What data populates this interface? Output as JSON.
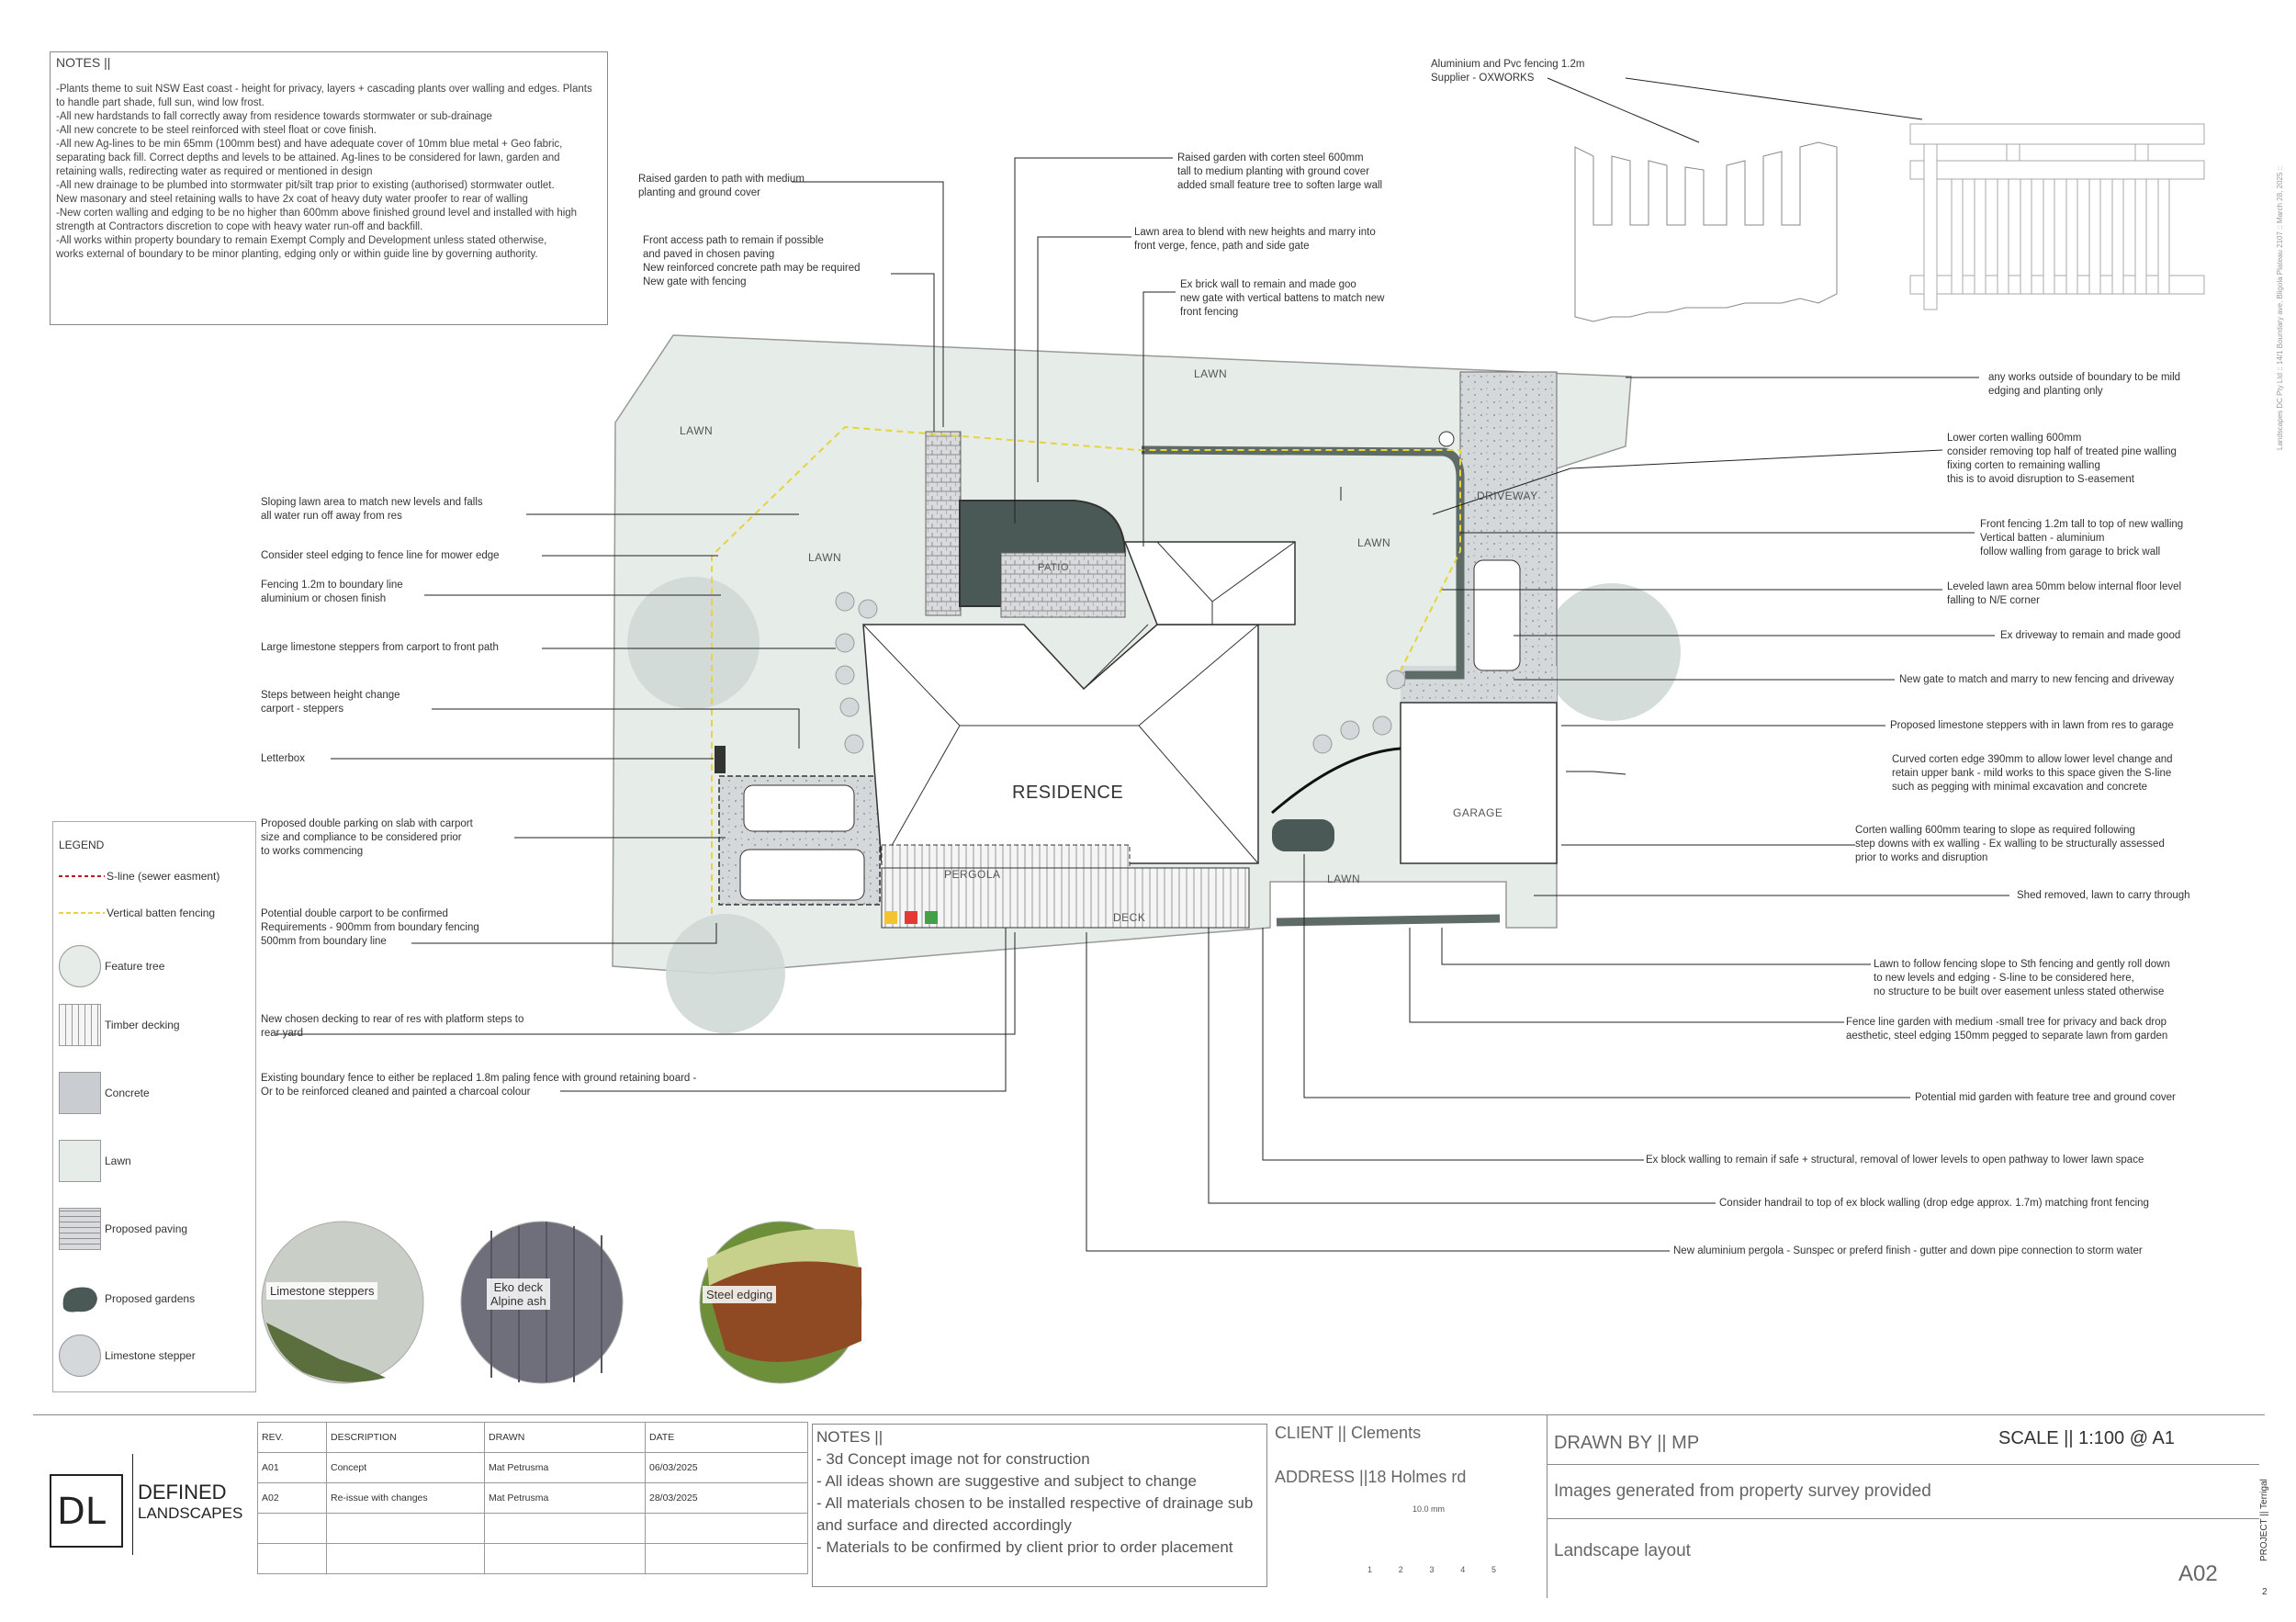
{
  "notes": {
    "title": "NOTES ||",
    "lines": [
      "-Plants theme to suit NSW East coast - height for privacy, layers + cascading plants over walling and edges. Plants to handle part shade, full sun, wind low frost.",
      " -All new hardstands to fall correctly away from residence towards stormwater or sub-drainage",
      " -All new concrete to be steel reinforced with steel float or cove finish.",
      " -All new Ag-lines to be min 65mm (100mm best) and have adequate cover of 10mm blue metal + Geo fabric, separating back fill. Correct depths and levels to be attained. Ag-lines to be considered for lawn, garden and retaining walls, redirecting water as required or mentioned in design",
      " -All new drainage to be plumbed into stormwater pit/silt trap prior to existing (authorised) stormwater outlet.",
      "New masonary and steel retaining walls to have 2x coat of heavy duty water proofer to rear of walling",
      " -New corten walling and edging to be no higher than 600mm above finished ground level and installed with high strength at Contractors discretion to cope with heavy water run-off and backfill.",
      " -All works within property boundary to remain Exempt Comply and Development unless stated otherwise,",
      "works external of boundary to be minor planting, edging only or within guide line by governing authority."
    ]
  },
  "legend": {
    "title": "LEGEND",
    "items": [
      {
        "label": "S-line (sewer easment)"
      },
      {
        "label": "Vertical batten fencing"
      },
      {
        "label": "Feature tree"
      },
      {
        "label": "Timber decking"
      },
      {
        "label": "Concrete"
      },
      {
        "label": "Lawn"
      },
      {
        "label": "Proposed paving"
      },
      {
        "label": "Proposed gardens"
      },
      {
        "label": "Limestone stepper"
      }
    ]
  },
  "fence_sample": {
    "title": "Aluminium and Pvc fencing 1.2m",
    "supplier": "Supplier - OXWORKS"
  },
  "side_vertical_text": "Landscapes DC Pty Ltd  ::  14/1 Boundary ave, Bligola Plateau 2107  ::  March 28, 2025  ::",
  "plan_labels": {
    "lawn": "LAWN",
    "patio": "PATIO",
    "driveway": "DRIVEWAY",
    "residence": "RESIDENCE",
    "garage": "GARAGE",
    "pergola": "PERGOLA",
    "deck": "DECK"
  },
  "left_callouts": [
    "Sloping lawn area to match new levels and falls\nall water run off away from res",
    "Consider steel edging to fence line for mower edge",
    "Fencing 1.2m to boundary line\naluminium or chosen finish",
    "Large limestone steppers from carport to front path",
    "Steps between height change\ncarport - steppers",
    "Letterbox",
    "Proposed double parking on slab with carport\nsize and compliance to be considered prior\nto works commencing",
    "Potential double carport to be confirmed\nRequirements - 900mm from boundary fencing\n500mm from boundary line",
    "New chosen decking to rear of res with platform steps to\nrear yard",
    "Existing boundary fence to either be replaced 1.8m paling fence with ground retaining board -\nOr to be reinforced cleaned and painted a charcoal colour"
  ],
  "top_callouts": [
    "Raised garden to path with medium\nplanting and ground cover",
    "Front access path to remain if possible\nand paved in chosen paving\nNew reinforced concrete path may be required\nNew gate with fencing",
    "Raised garden with corten steel 600mm\ntall to medium planting with ground cover\nadded small feature tree to soften large wall",
    "Lawn area to blend with new heights and marry into\nfront verge, fence, path and side gate",
    "Ex brick wall to remain and made goo\nnew gate with vertical battens to match new\nfront fencing"
  ],
  "right_callouts": [
    "any works outside of boundary to be mild\nedging and planting only",
    "Lower corten walling 600mm\nconsider removing top half of treated pine walling\nfixing corten to remaining walling\nthis is to avoid disruption to S-easement",
    "Front fencing 1.2m tall to top of new walling\nVertical batten -  aluminium\nfollow walling from garage to brick wall",
    "Leveled lawn area 50mm below internal floor level\nfalling to N/E corner",
    "Ex driveway to remain and made good",
    "New gate to match and marry to new fencing and driveway",
    "Proposed limestone steppers with in lawn from res to garage",
    "Curved corten edge 390mm to allow lower level change and\nretain upper bank - mild works to this space given the S-line\nsuch as pegging with minimal excavation and concrete",
    "Corten walling 600mm tearing to slope as required following\nstep downs with ex walling - Ex walling to be structurally assessed\nprior to works and disruption",
    "Shed removed, lawn to carry through",
    "Lawn to follow fencing slope to Sth fencing and gently roll down\nto new levels and edging - S-line to be considered here,\nno structure to be built over easement unless stated otherwise",
    "Fence line garden with medium -small tree for privacy and back drop\naesthetic, steel edging 150mm pegged to separate lawn from garden",
    "Potential mid garden with feature tree and ground cover",
    "Ex block walling to remain if safe + structural, removal of lower levels to open pathway to lower lawn space",
    "Consider handrail to top of ex block walling (drop edge approx.  1.7m) matching front fencing",
    "New aluminium pergola - Sunspec or preferd finish - gutter and down pipe connection to storm water"
  ],
  "photos": [
    {
      "caption": "Limestone steppers"
    },
    {
      "caption": "Eko deck\nAlpine ash"
    },
    {
      "caption": "Steel edging"
    }
  ],
  "title_block": {
    "company_line1": "DEFINED",
    "company_line2": "LANDSCAPES",
    "logo_letters": "DL",
    "revisions": {
      "headers": [
        "REV.",
        "DESCRIPTION",
        "DRAWN",
        "DATE"
      ],
      "rows": [
        [
          "A01",
          "Concept",
          "Mat Petrusma",
          "06/03/2025"
        ],
        [
          "A02",
          "Re-issue with changes",
          "Mat Petrusma",
          "28/03/2025"
        ]
      ]
    },
    "notes_title": "NOTES ||",
    "notes": [
      "- 3d Concept image not for construction",
      "- All ideas shown are suggestive and subject to change",
      "- All materials chosen to be installed respective of drainage sub and surface and directed accordingly",
      "- Materials to be confirmed by client prior to order placement"
    ],
    "client": "CLIENT || Clements",
    "address": "ADDRESS ||18 Holmes rd",
    "scale_bar_label": "10.0 mm",
    "scale_ticks": [
      "1",
      "2",
      "3",
      "4",
      "5"
    ],
    "drawn_by": "DRAWN BY || MP",
    "scale": "SCALE || 1:100 @ A1",
    "images_note": "Images generated from property survey provided",
    "sheet_title": "Landscape layout",
    "revision": "A02",
    "project": "PROJECT || Terrigal",
    "page": "2"
  }
}
